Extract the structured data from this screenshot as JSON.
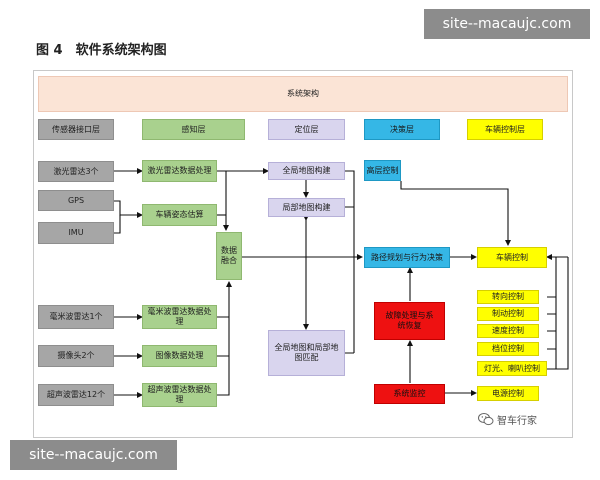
{
  "figure": {
    "title": "图 4　软件系统架构图"
  },
  "watermarks": {
    "top": "site--macaujc.com",
    "bottom": "site--macaujc.com"
  },
  "brand": {
    "icon": "wechat-icon",
    "text": "智车行家"
  },
  "colors": {
    "gray": "#a6a6a6",
    "green": "#a9d18e",
    "lavender": "#d9d5ee",
    "cyan": "#35b7e6",
    "yellow": "#ffff00",
    "red": "#ee1111",
    "header": "#fbe4d6"
  },
  "header": "系统架构",
  "layers": {
    "sensor": "传感器接口层",
    "perception": "感知层",
    "localization": "定位层",
    "decision": "决策层",
    "vehicle_control": "车辆控制层"
  },
  "sensors": {
    "lidar": "激光雷达3个",
    "gps": "GPS",
    "imu": "IMU",
    "mmwave": "毫米波雷达1个",
    "camera": "摄像头2个",
    "ultrasonic": "超声波雷达12个"
  },
  "perception": {
    "lidar_proc": "激光雷达数据处理",
    "pose_est": "车辆姿态估算",
    "fusion": "数据融合",
    "mmwave_proc": "毫米波雷达数据处理",
    "image_proc": "图像数据处理",
    "ultrasonic_proc": "超声波雷达数据处理"
  },
  "localization": {
    "global_map": "全局地图构建",
    "local_map": "局部地图构建",
    "map_match": "全局地图和局部地图匹配"
  },
  "decision": {
    "high_level": "高层控制",
    "path_planning": "路径规划与行为决策",
    "fault_handling": "故障处理与系统恢复",
    "monitoring": "系统监控"
  },
  "control": {
    "vehicle": "车辆控制",
    "steering": "转向控制",
    "braking": "制动控制",
    "speed": "速度控制",
    "gear": "档位控制",
    "lights": "灯光、喇叭控制",
    "power": "电源控制"
  }
}
